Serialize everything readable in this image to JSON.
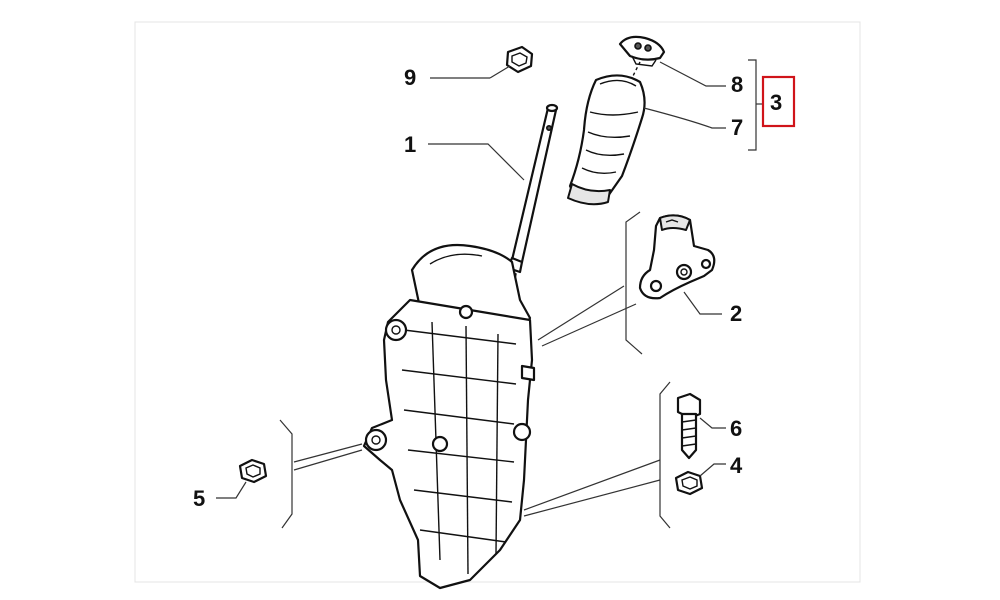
{
  "diagram": {
    "labels": {
      "part_1": "1",
      "part_2": "2",
      "part_3": "3",
      "part_4": "4",
      "part_5": "5",
      "part_6": "6",
      "part_7": "7",
      "part_8": "8",
      "part_9": "9"
    },
    "highlight_color": "#d0141a",
    "highlighted_part": "3"
  }
}
